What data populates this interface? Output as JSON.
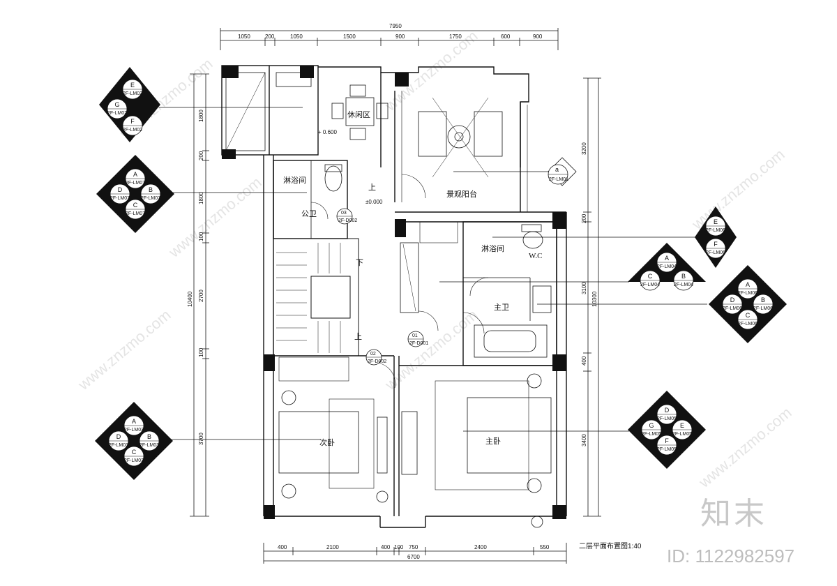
{
  "dimensions": {
    "top_total": "7950",
    "top_segments": [
      "1050",
      "200",
      "1050",
      "1500",
      "900",
      "1750",
      "600",
      "900"
    ],
    "bottom_total": "6700",
    "bottom_segments": [
      "400",
      "2100",
      "400",
      "100",
      "750",
      "2400",
      "550"
    ],
    "left_total": "10400",
    "left_segments": [
      "1800",
      "200",
      "1800",
      "100",
      "2700",
      "100",
      "3700"
    ],
    "right_total": "10300",
    "right_segments": [
      "3200",
      "200",
      "3100",
      "400",
      "3400"
    ]
  },
  "rooms": {
    "leisure": "休闲区",
    "leisure_level": "+ 0.600",
    "scenic_balcony": "景观阳台",
    "shower_left": "淋浴间",
    "public_wc": "公卫",
    "level_zero": "±0.000",
    "up_top": "上",
    "down": "下",
    "up_bottom": "上",
    "shower_right": "淋浴间",
    "wc": "W.C",
    "master_bath": "主卫",
    "second_bed": "次卧",
    "master_bed": "主卧"
  },
  "door_tags": [
    {
      "num": "03",
      "ref": "2F-D002"
    },
    {
      "num": "01",
      "ref": "2F-D001"
    },
    {
      "num": "02",
      "ref": "2F-D002"
    }
  ],
  "balcony_tag": {
    "letter": "a",
    "ref": "2F-LM01"
  },
  "markers": [
    {
      "id": "m02",
      "letters": [
        "E",
        "G",
        "F"
      ],
      "ref": "2F-LM02"
    },
    {
      "id": "m07",
      "letters": [
        "A",
        "D",
        "B",
        "C"
      ],
      "ref": "2F-LM07"
    },
    {
      "id": "m03",
      "letters": [
        "A",
        "D",
        "B",
        "C"
      ],
      "ref": "2F-LM03"
    },
    {
      "id": "m06a",
      "letters": [
        "E",
        "F"
      ],
      "ref": "2F-LM06"
    },
    {
      "id": "m04",
      "letters": [
        "A",
        "C",
        "B"
      ],
      "ref": "2F-LM04"
    },
    {
      "id": "m06b",
      "letters": [
        "A",
        "D",
        "B",
        "C"
      ],
      "ref": "2F-LM06"
    },
    {
      "id": "m05",
      "letters": [
        "D",
        "G",
        "E",
        "F"
      ],
      "ref": "2F-LM05"
    }
  ],
  "title": "二层平面布置图1:40",
  "watermark": {
    "brand": "知末",
    "site": "www.znzmo.com",
    "id_text": "ID: 1122982597"
  }
}
